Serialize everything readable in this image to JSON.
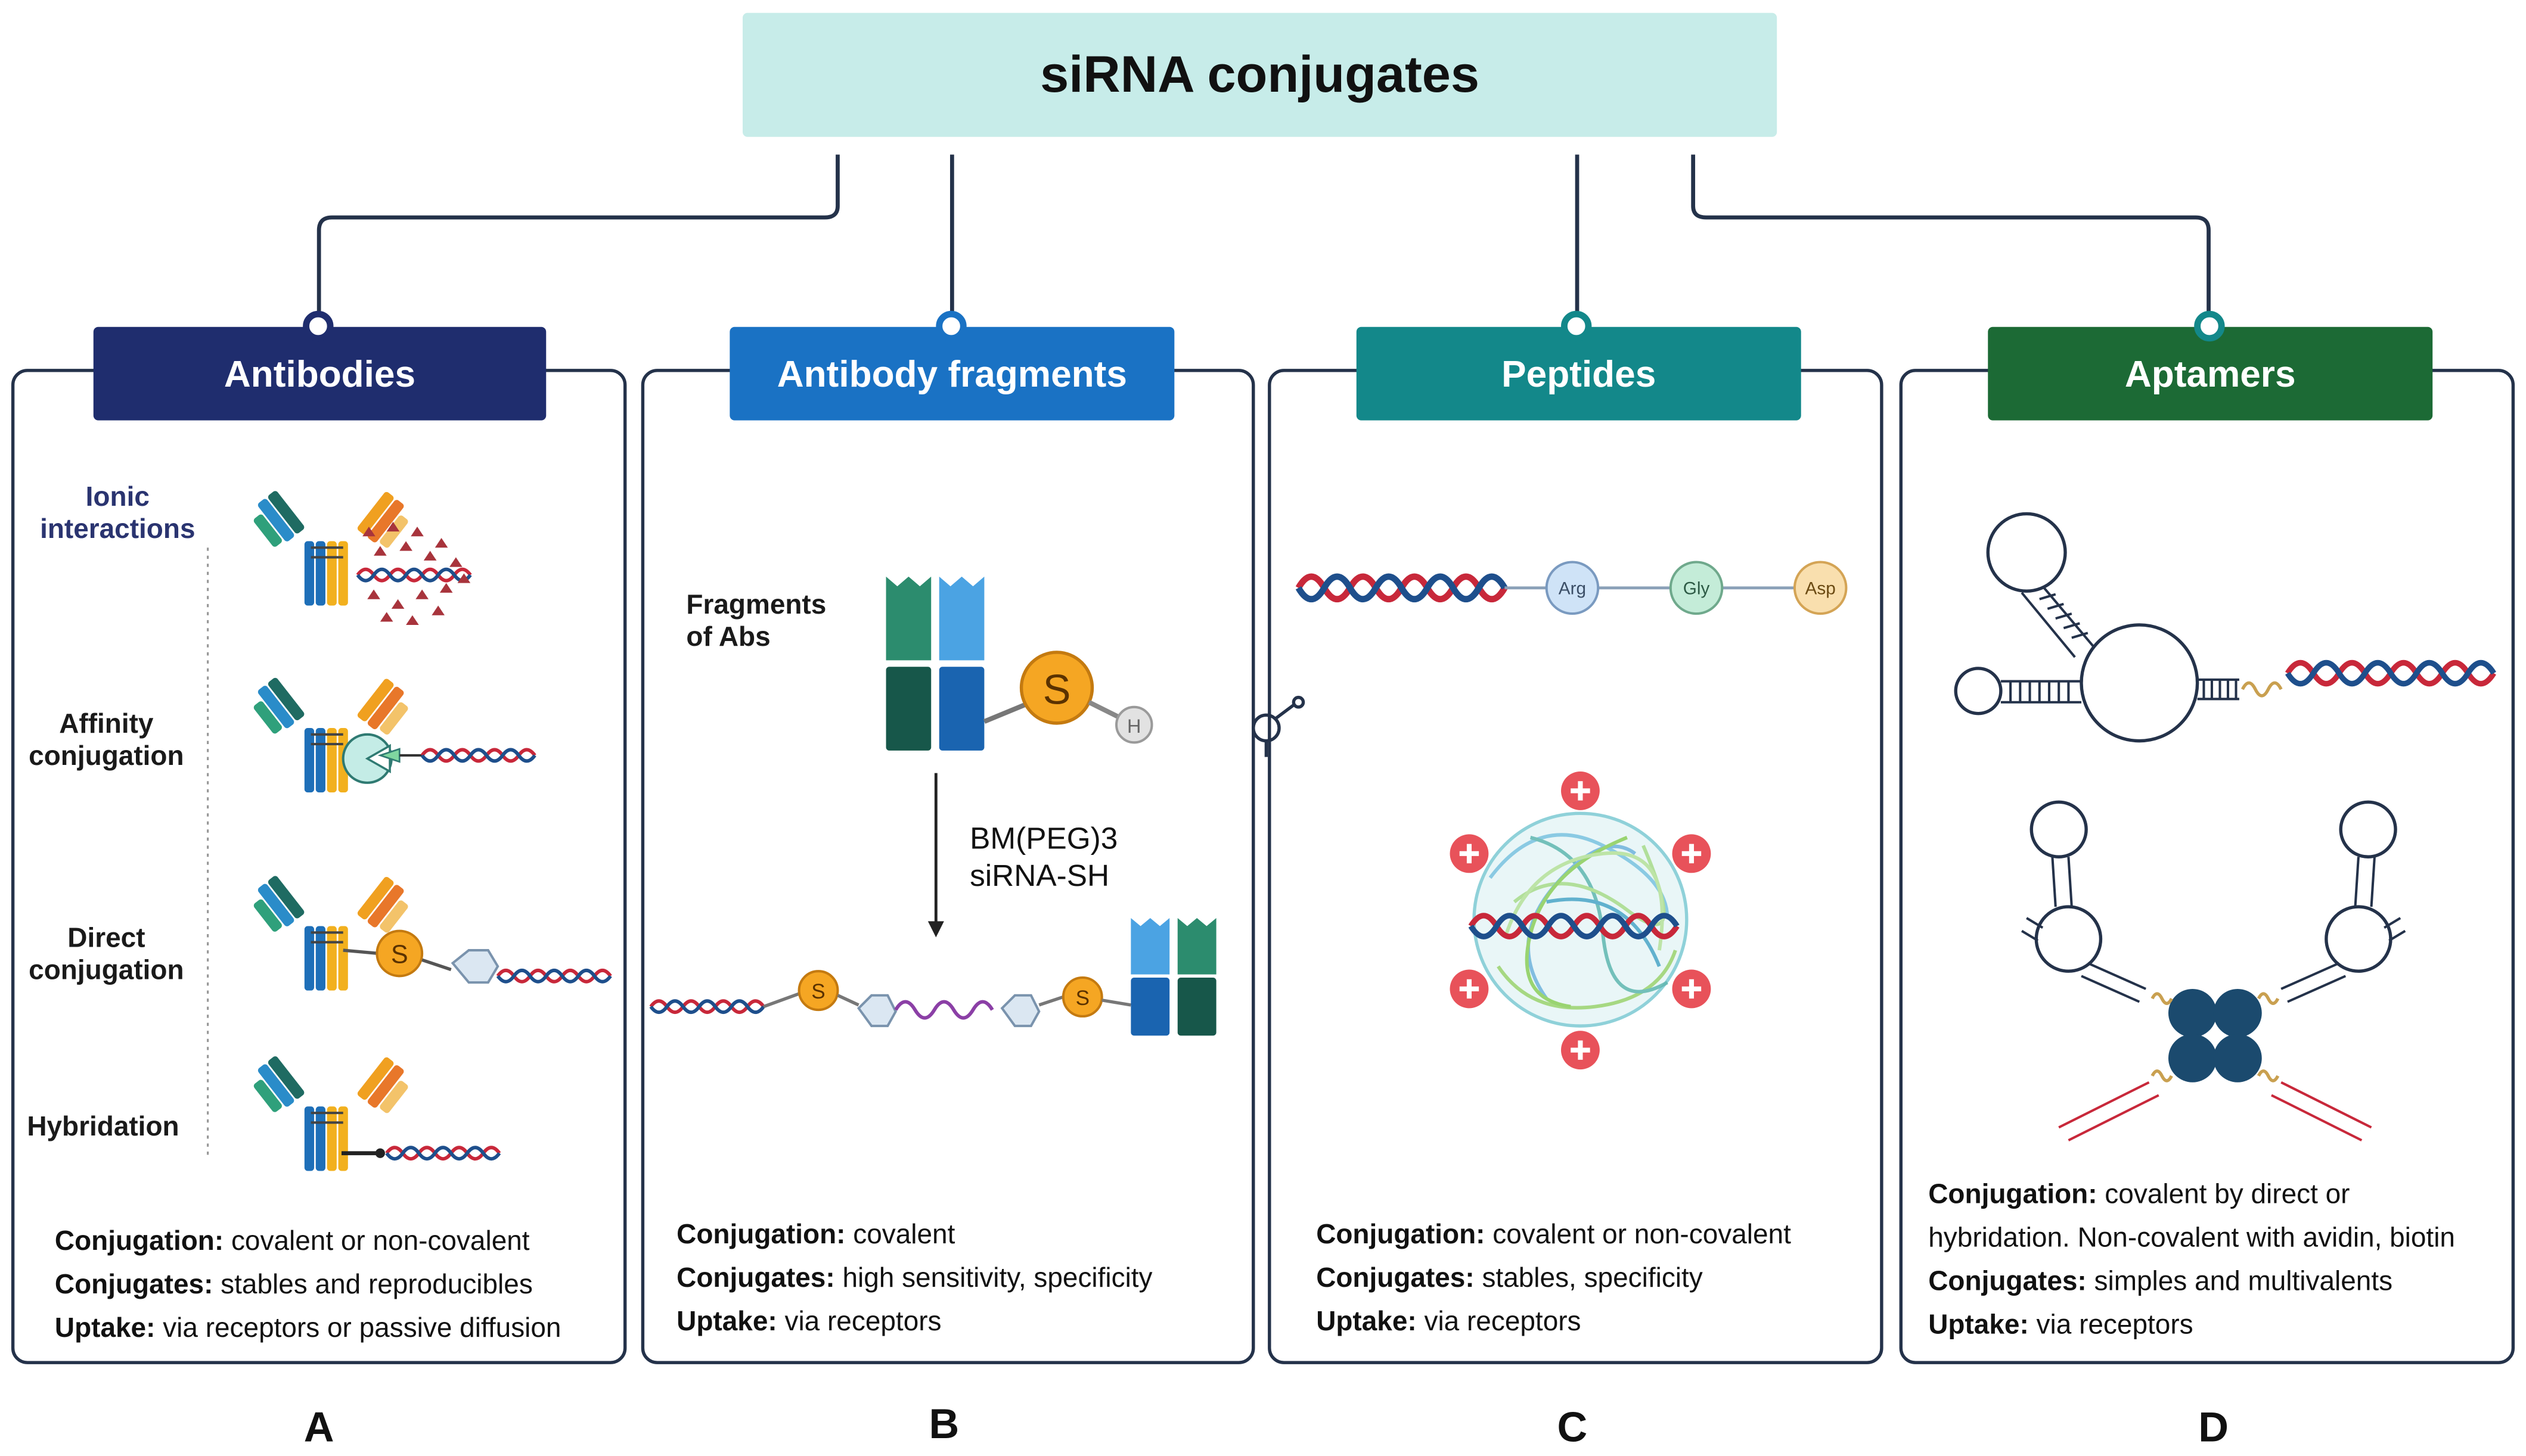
{
  "title": "siRNA conjugates",
  "panels": {
    "a": {
      "title": "Antibodies",
      "letter": "A",
      "rows": [
        "Ionic interactions",
        "Affinity conjugation",
        "Direct conjugation",
        "Hybridation"
      ],
      "rows_split": [
        [
          "Ionic",
          "interactions"
        ],
        [
          "Affinity",
          "conjugation"
        ],
        [
          "Direct",
          "conjugation"
        ],
        [
          "Hybridation"
        ]
      ],
      "thiol": "S",
      "info": [
        {
          "label": "Conjugation:",
          "text": " covalent or non-covalent"
        },
        {
          "label": "Conjugates:",
          "text": " stables and reproducibles"
        },
        {
          "label": "Uptake:",
          "text": " via receptors or passive diffusion"
        }
      ]
    },
    "b": {
      "title": "Antibody fragments",
      "letter": "B",
      "fragments_label": [
        "Fragments",
        "of Abs"
      ],
      "thiol": "S",
      "hydrogen": "H",
      "reaction": [
        "BM(PEG)3",
        "siRNA-SH"
      ],
      "info": [
        {
          "label": "Conjugation:",
          "text": " covalent"
        },
        {
          "label": "Conjugates:",
          "text": " high sensitivity, specificity"
        },
        {
          "label": "Uptake:",
          "text": " via receptors"
        }
      ]
    },
    "c": {
      "title": "Peptides",
      "letter": "C",
      "amino_acids": [
        "Arg",
        "Gly",
        "Asp"
      ],
      "info": [
        {
          "label": "Conjugation:",
          "text": " covalent or non-covalent"
        },
        {
          "label": "Conjugates:",
          "text": " stables, specificity"
        },
        {
          "label": "Uptake:",
          "text": " via receptors"
        }
      ]
    },
    "d": {
      "title": "Aptamers",
      "letter": "D",
      "info": [
        {
          "label": "Conjugation:",
          "text": " covalent by direct or"
        },
        {
          "label": "",
          "text": "hybridation. Non-covalent with avidin, biotin"
        },
        {
          "label": "Conjugates:",
          "text": " simples and multivalents"
        },
        {
          "label": "Uptake:",
          "text": " via receptors"
        }
      ]
    }
  },
  "colors": {
    "antibodies": "#1f2d6e",
    "antibody_fragments": "#1a72c4",
    "peptides": "#13888a",
    "aptamers": "#1c6a35",
    "title_box": "#c7ece9",
    "rna_red": "#c8283a",
    "rna_blue": "#1e4f8c"
  }
}
